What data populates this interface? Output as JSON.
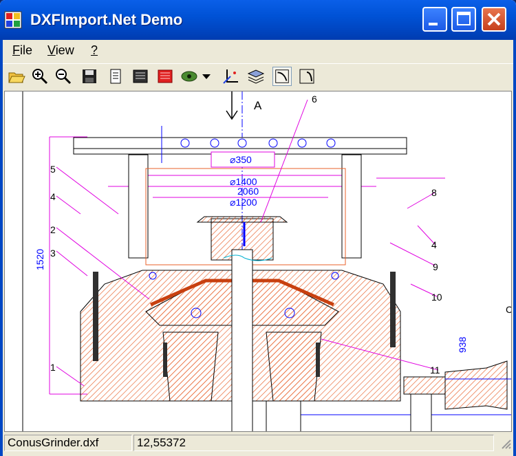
{
  "window": {
    "title": "DXFImport.Net Demo"
  },
  "menu": [
    {
      "label": "File",
      "mnemonic": "F",
      "rest": "ile"
    },
    {
      "label": "View",
      "mnemonic": "V",
      "rest": "iew"
    },
    {
      "label": "?",
      "mnemonic": "?",
      "rest": ""
    }
  ],
  "toolbar": {
    "tools": [
      "open-icon",
      "zoom-in-icon",
      "zoom-out-icon",
      "save-icon",
      "page-icon",
      "layout-icon",
      "layers-red-icon",
      "eye-icon",
      "dropdown-arrow-icon",
      "axes-icon",
      "layer-stack-icon",
      "arc-mode-icon",
      "arc-mode-alt-icon"
    ]
  },
  "drawing": {
    "labels": {
      "section_marker": "A",
      "d350": "350",
      "d1400": "1400",
      "d2060": "2060",
      "d1200": "1200",
      "h1520": "1520",
      "h938": "938",
      "n1": "1",
      "n2": "2",
      "n3": "3",
      "n4a": "4",
      "n4b": "4",
      "n5": "5",
      "n6": "6",
      "n8": "8",
      "n9": "9",
      "n10": "10",
      "n11": "11",
      "edge_c": "C"
    }
  },
  "status": {
    "file": "ConusGrinder.dxf",
    "coords": "12,55372"
  },
  "colors": {
    "accent": "#0054e3",
    "magenta": "#e000e0",
    "hatch": "#e8602a",
    "blue": "#0000ff"
  }
}
